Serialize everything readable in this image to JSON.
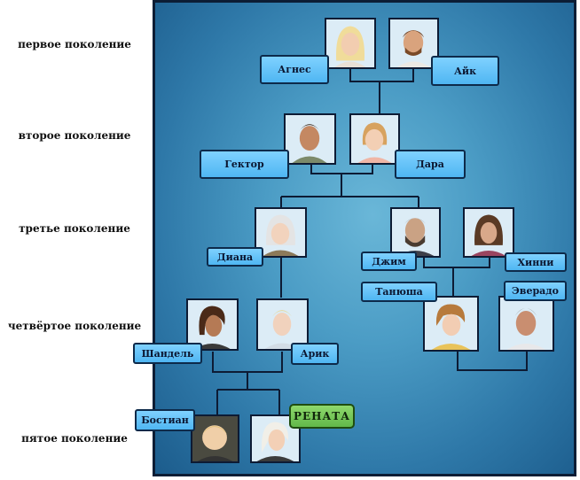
{
  "generations": [
    {
      "label": "первое поколение"
    },
    {
      "label": "второе поколение"
    },
    {
      "label": "третье поколение"
    },
    {
      "label": "четвёртое поколение"
    },
    {
      "label": "пятое поколение"
    }
  ],
  "people": {
    "agnes": {
      "name": "Агнес"
    },
    "ike": {
      "name": "Айк"
    },
    "hector": {
      "name": "Гектор"
    },
    "dara": {
      "name": "Дара"
    },
    "diana": {
      "name": "Диана"
    },
    "jim": {
      "name": "Джим"
    },
    "hinni": {
      "name": "Хинни"
    },
    "tanyusha": {
      "name": "Танюша"
    },
    "everado": {
      "name": "Эверадо"
    },
    "chandel": {
      "name": "Шандель"
    },
    "arik": {
      "name": "Арик"
    },
    "bostian": {
      "name": "Бостиан"
    },
    "renata": {
      "name": "РЕНАТА"
    }
  },
  "colors": {
    "name_tag": "#5ec1f7",
    "highlight_tag": "#7cc95a",
    "board": "#3f8fbf",
    "line": "#0d1b34"
  }
}
